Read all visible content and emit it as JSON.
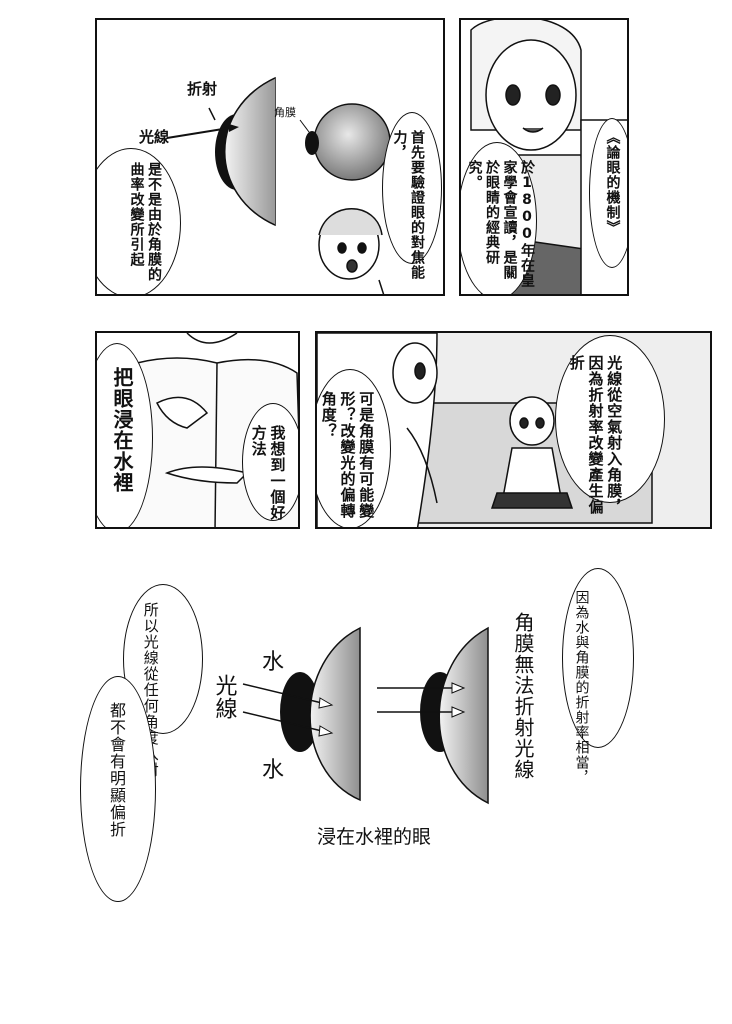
{
  "panel1": {
    "label_refraction": "折射",
    "label_light": "光線",
    "label_cornea": "角膜",
    "bubble_first": [
      "首先要驗證",
      "眼的對焦能力，"
    ],
    "bubble_curvature": [
      "是不是由於角膜的",
      "曲率改變所引起"
    ]
  },
  "panel2": {
    "bubble_paper": [
      "於1800年在皇家",
      "學會宣讀，是關於",
      "眼睛的經典研究。"
    ],
    "bubble_title": "《論眼的機制》"
  },
  "panel3": {
    "caption": "把眼浸在水裡",
    "bubble_method": [
      "我想到一個",
      "好方法"
    ]
  },
  "panel4": {
    "bubble_refract": [
      "光線從空氣射入",
      "角膜，因為折射率",
      "改變產生偏折"
    ],
    "bubble_question": [
      "可是角膜有可能",
      "變形？改變光的",
      "偏轉角度？"
    ]
  },
  "diagram": {
    "label_water_top": "水",
    "label_light": "光線",
    "label_water_bottom": "水",
    "caption": "浸在水裡的眼",
    "text_no_refract": [
      "角膜無法折射光線"
    ],
    "bubble_index": [
      "因為水與角膜的",
      "折射率相當，"
    ],
    "bubble_any_angle": [
      "所以光線從",
      "任何角度入射"
    ],
    "bubble_no_bend": [
      "都不會有明顯偏折"
    ]
  }
}
